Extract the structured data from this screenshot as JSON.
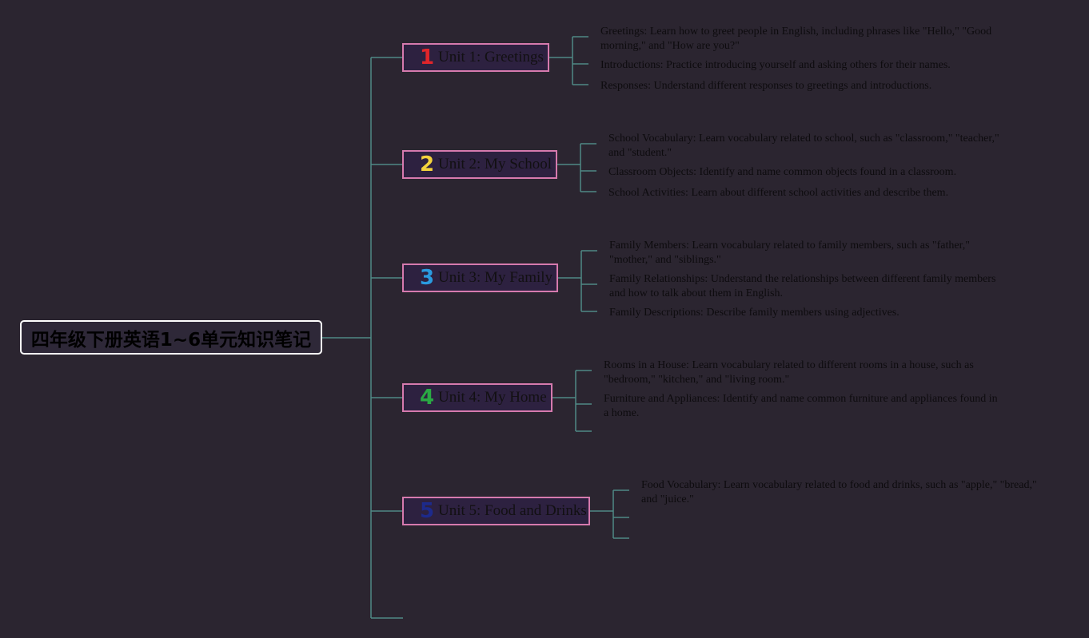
{
  "root": {
    "label": "四年级下册英语1~6单元知识笔记"
  },
  "colors": {
    "background": "#2b2530",
    "connector": "#4f8a86",
    "unit_border": "#d67aae",
    "root_border": "#ffffff"
  },
  "units": [
    {
      "number": "1",
      "number_color": "#e0252a",
      "label": "Unit 1: Greetings",
      "notes": [
        "Greetings: Learn how to greet people in English, including phrases like \"Hello,\" \"Good morning,\" and \"How are you?\"",
        "Introductions: Practice introducing yourself and asking others for their names.",
        "Responses: Understand different responses to greetings and introductions."
      ]
    },
    {
      "number": "2",
      "number_color": "#f3d23c",
      "label": "Unit 2: My School",
      "notes": [
        "School Vocabulary: Learn vocabulary related to school, such as \"classroom,\" \"teacher,\" and \"student.\"",
        "Classroom Objects: Identify and name common objects found in a classroom.",
        "School Activities: Learn about different school activities and describe them."
      ]
    },
    {
      "number": "3",
      "number_color": "#2a9be0",
      "label": "Unit 3: My Family",
      "notes": [
        "Family Members: Learn vocabulary related to family members, such as \"father,\" \"mother,\" and \"siblings.\"",
        "Family Relationships: Understand the relationships between different family members and how to talk about them in English.",
        "Family Descriptions: Describe family members using adjectives."
      ]
    },
    {
      "number": "4",
      "number_color": "#2aa844",
      "label": "Unit 4: My Home",
      "notes": [
        "Rooms in a House: Learn vocabulary related to different rooms in a house, such as \"bedroom,\" \"kitchen,\" and \"living room.\"",
        "Furniture and Appliances: Identify and name common furniture and appliances found in a home.",
        ""
      ]
    },
    {
      "number": "5",
      "number_color": "#1d2a8c",
      "label": "Unit 5: Food and Drinks",
      "notes": [
        "Food Vocabulary: Learn vocabulary related to food and drinks, such as \"apple,\" \"bread,\" and \"juice.\"",
        "",
        ""
      ]
    }
  ]
}
